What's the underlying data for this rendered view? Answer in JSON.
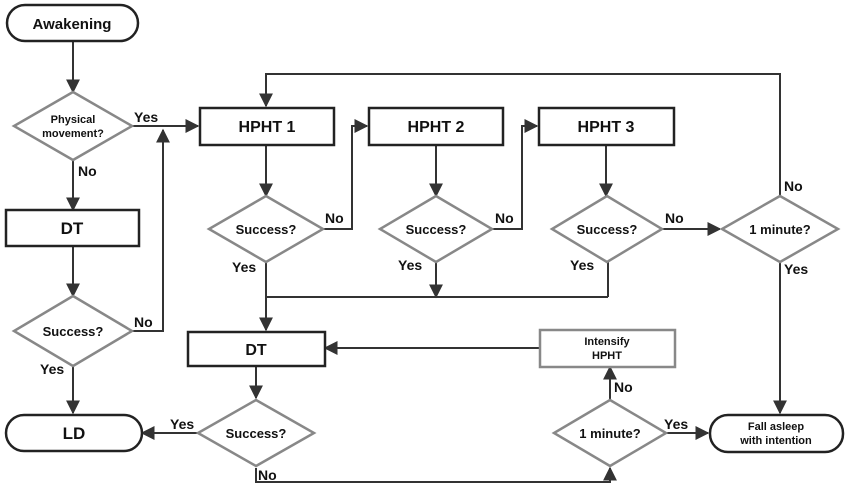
{
  "nodes": {
    "awakening": "Awakening",
    "physical_movement": [
      "Physical",
      "movement?"
    ],
    "dt_left": "DT",
    "success_left": "Success?",
    "ld": "LD",
    "hpht1": "HPHT 1",
    "hpht2": "HPHT 2",
    "hpht3": "HPHT 3",
    "success1": "Success?",
    "success2": "Success?",
    "success3": "Success?",
    "one_minute_top": "1 minute?",
    "dt_mid": "DT",
    "intensify": [
      "Intensify",
      "HPHT"
    ],
    "success_bottom": "Success?",
    "one_minute_bottom": "1 minute?",
    "fall_asleep": [
      "Fall asleep",
      "with intention"
    ]
  },
  "labels": {
    "pm_yes": "Yes",
    "pm_no": "No",
    "sl_no": "No",
    "sl_yes": "Yes",
    "s1_no": "No",
    "s1_yes": "Yes",
    "s2_no": "No",
    "s2_yes": "Yes",
    "s3_no": "No",
    "s3_yes": "Yes",
    "omt_no": "No",
    "omt_yes": "Yes",
    "sb_yes": "Yes",
    "sb_no": "No",
    "omb_no": "No",
    "omb_yes": "Yes"
  }
}
